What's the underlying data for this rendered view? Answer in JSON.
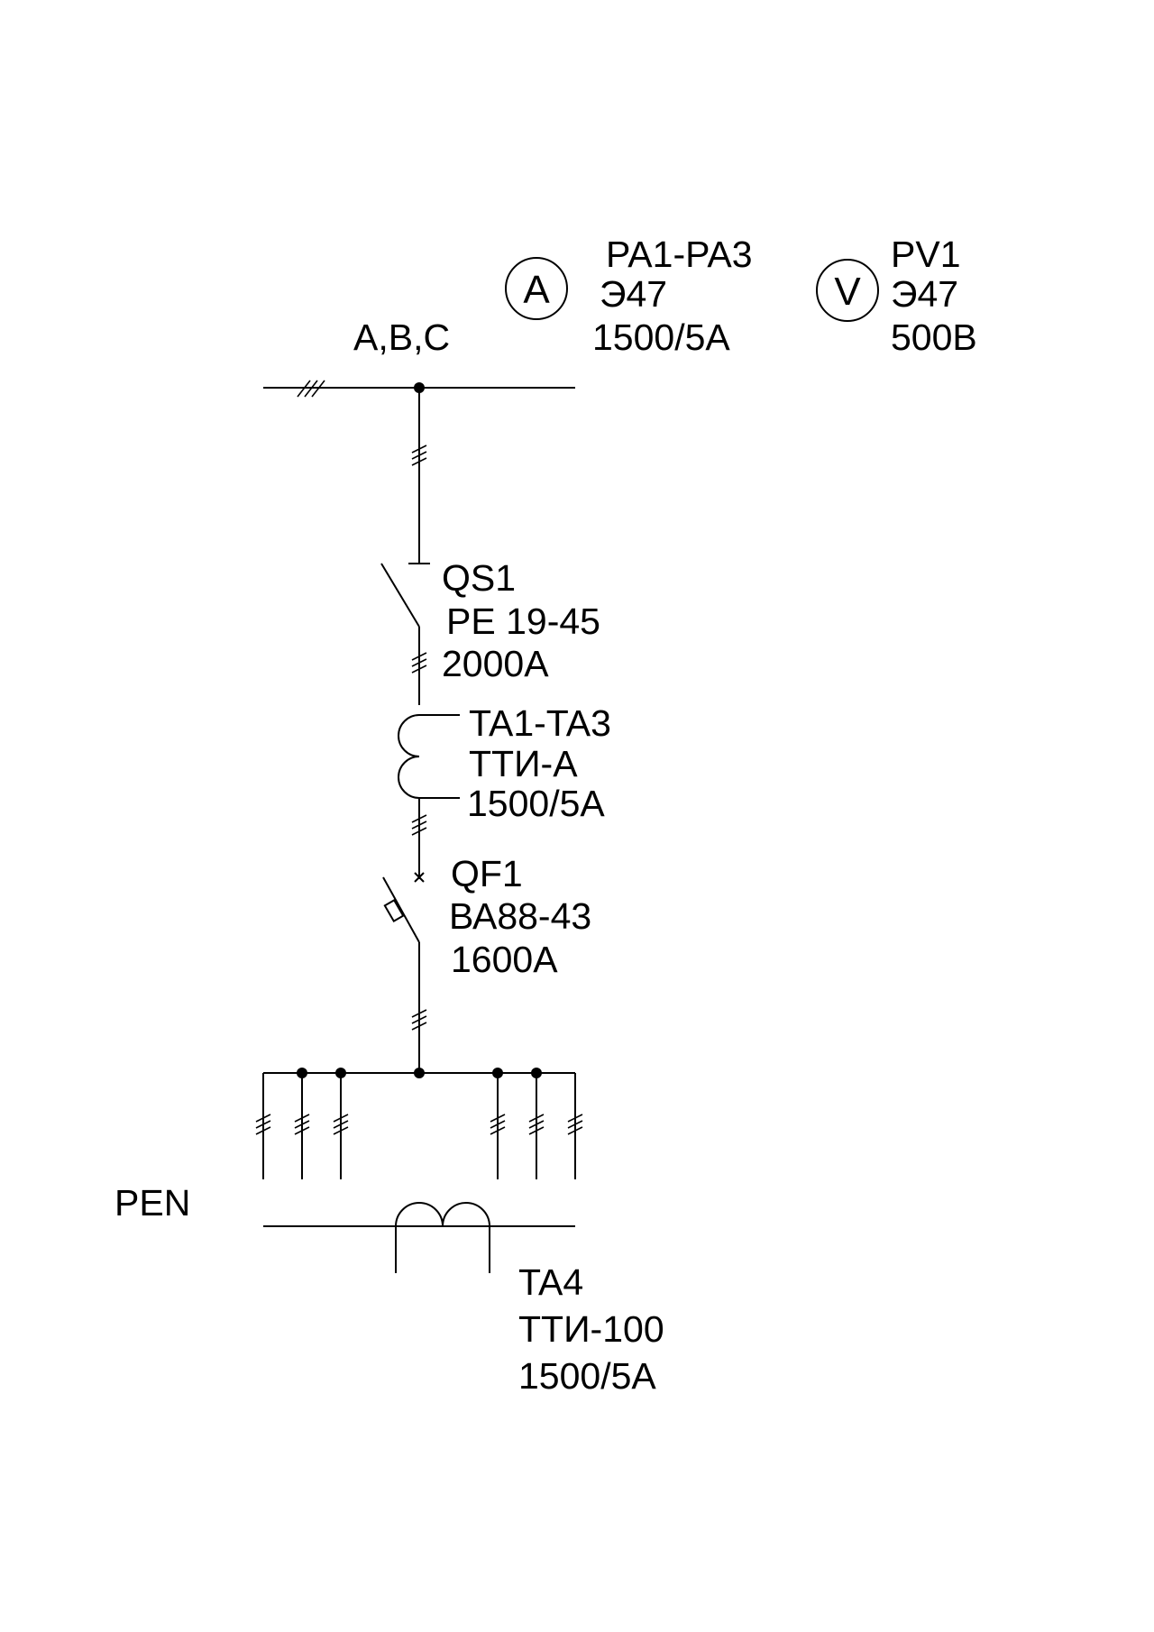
{
  "ammeter": {
    "symbol": "A",
    "designation": "PA1-PA3",
    "type": "Э47",
    "rating": "1500/5А"
  },
  "voltmeter": {
    "symbol": "V",
    "designation": "PV1",
    "type": "Э47",
    "rating": "500В"
  },
  "busbar": {
    "label": "A,B,C"
  },
  "disconnector": {
    "designation": "QS1",
    "type": "PE 19-45",
    "rating": "2000А"
  },
  "current_transformer_main": {
    "designation": "TA1-TA3",
    "type": "ТТИ-А",
    "rating": "1500/5А"
  },
  "breaker": {
    "designation": "QF1",
    "type": "ВА88-43",
    "rating": "1600А"
  },
  "pen": {
    "label": "PEN"
  },
  "current_transformer_pen": {
    "designation": "TA4",
    "type": "ТТИ-100",
    "rating": "1500/5А"
  }
}
